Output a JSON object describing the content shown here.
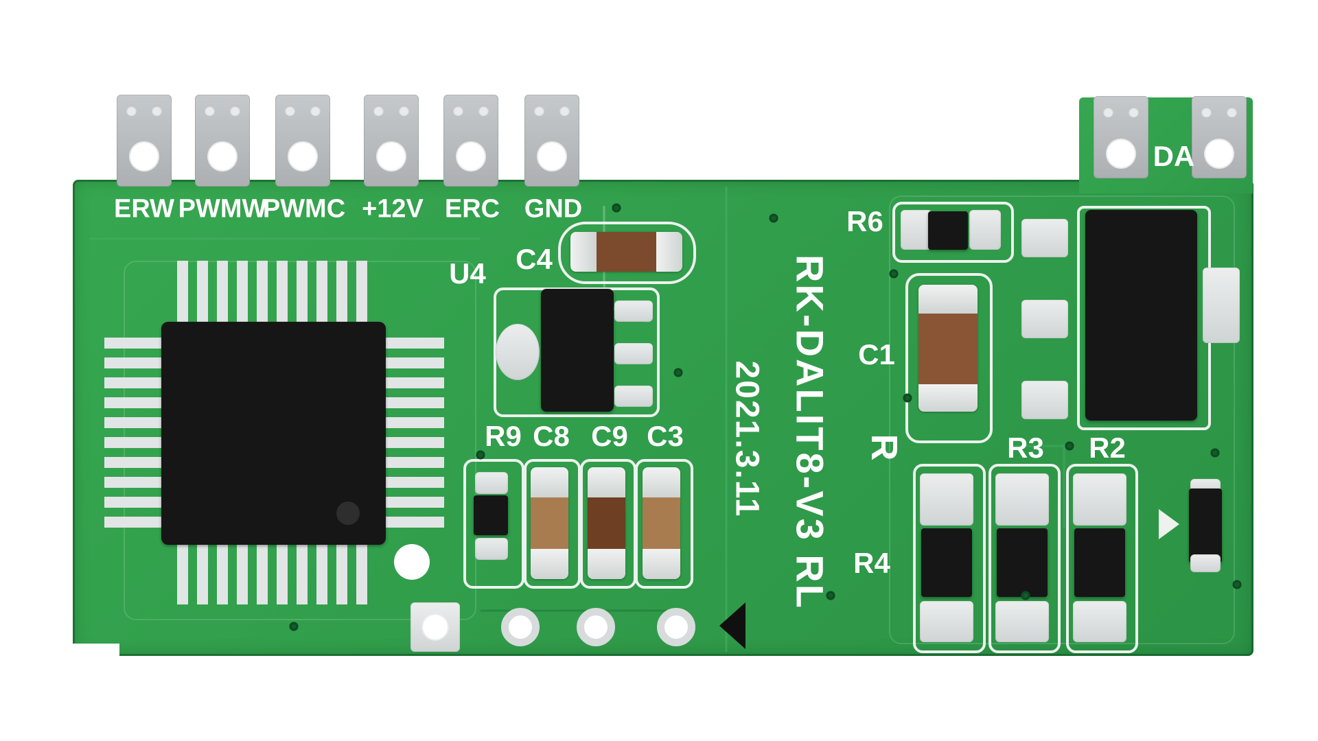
{
  "board": {
    "markings": {
      "model": "RK-DALIT8-V3 RL",
      "date": "2021.3.11"
    },
    "terminals": [
      {
        "label": "ERW"
      },
      {
        "label": "PWMW"
      },
      {
        "label": "PWMC"
      },
      {
        "label": "+12V"
      },
      {
        "label": "ERC"
      },
      {
        "label": "GND"
      }
    ],
    "right_terminal_label": "DA",
    "refdes": {
      "u4": "U4",
      "c4": "C4",
      "r9": "R9",
      "c8": "C8",
      "c9": "C9",
      "c3": "C3",
      "r6": "R6",
      "c1": "C1",
      "r_partial": "R",
      "r3": "R3",
      "r2": "R2",
      "r4": "R4"
    },
    "colors": {
      "board_green": "#2f9e4a",
      "silkscreen_white": "#edf2ee",
      "pad_silver": "#d9dddd",
      "component_black": "#161616",
      "capacitor_brown": "#7c4a2d"
    }
  }
}
